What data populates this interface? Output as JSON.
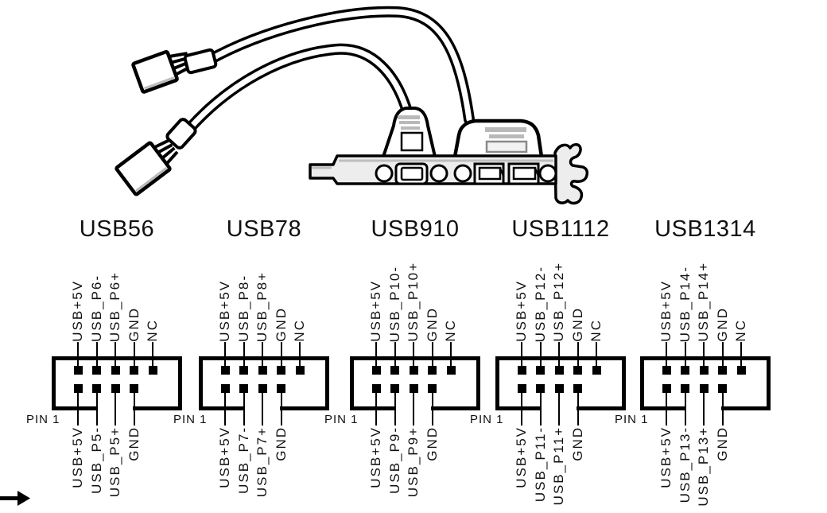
{
  "illustration": {
    "description": "Dual-port USB rear slot bracket with two cables ending in motherboard header plugs",
    "colors": {
      "outline": "#000000",
      "shading": "#b9b9b9",
      "bracket_fill": "#ededed",
      "cable_fill": "#ffffff"
    }
  },
  "arrow": {
    "icon": "right-arrow",
    "color": "#000000"
  },
  "diagram": {
    "pin1_label": "PIN 1",
    "headers": [
      {
        "title": "USB56",
        "top_pins": [
          "USB+5V",
          "USB_P6-",
          "USB_P6+",
          "GND",
          "NC"
        ],
        "bottom_pins": [
          "USB+5V",
          "USB_P5-",
          "USB_P5+",
          "GND"
        ]
      },
      {
        "title": "USB78",
        "top_pins": [
          "USB+5V",
          "USB_P8-",
          "USB_P8+",
          "GND",
          "NC"
        ],
        "bottom_pins": [
          "USB+5V",
          "USB_P7-",
          "USB_P7+",
          "GND"
        ]
      },
      {
        "title": "USB910",
        "top_pins": [
          "USB+5V",
          "USB_P10-",
          "USB_P10+",
          "GND",
          "NC"
        ],
        "bottom_pins": [
          "USB+5V",
          "USB_P9-",
          "USB_P9+",
          "GND"
        ]
      },
      {
        "title": "USB1112",
        "top_pins": [
          "USB+5V",
          "USB_P12-",
          "USB_P12+",
          "GND",
          "NC"
        ],
        "bottom_pins": [
          "USB+5V",
          "USB_P11-",
          "USB_P11+",
          "GND"
        ]
      },
      {
        "title": "USB1314",
        "top_pins": [
          "USB+5V",
          "USB_P14-",
          "USB_P14+",
          "GND",
          "NC"
        ],
        "bottom_pins": [
          "USB+5V",
          "USB_P13-",
          "USB_P13+",
          "GND"
        ]
      }
    ]
  }
}
